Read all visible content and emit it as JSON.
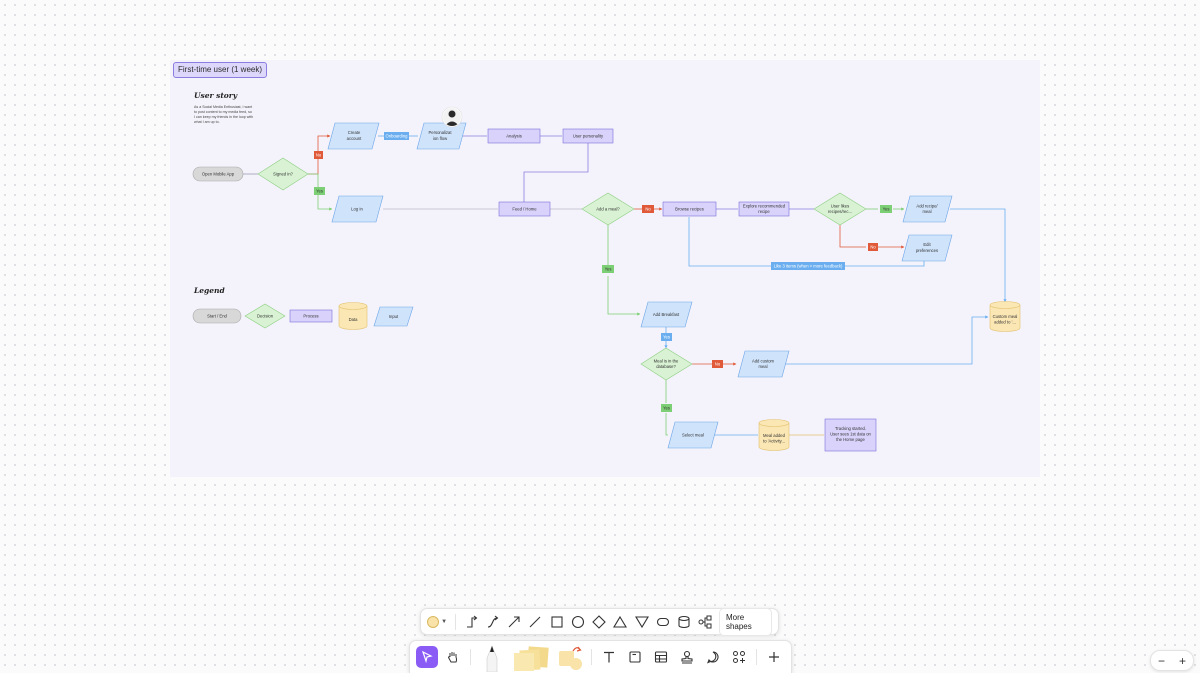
{
  "frame": {
    "title": "First-time user (1 week)"
  },
  "user_story": {
    "heading": "User story",
    "lines": [
      "As a Social Media Enthusiast, I want",
      "to post content to my media feed, so",
      "I can keep my friends in the loop with",
      "what I am up to."
    ]
  },
  "legend": {
    "heading": "Legend",
    "start_end": "Start / End",
    "decision": "Decision",
    "process": "Process",
    "data": "Data",
    "input": "Input"
  },
  "nodes": {
    "open_app": "Open Mobile App",
    "signed_in": "Signed in?",
    "create_account": [
      "Create",
      "account"
    ],
    "onboarding": "Onboarding",
    "personalization": [
      "Personalizat",
      "ion flow"
    ],
    "analysis": "Analysis",
    "user_personality": "User personality",
    "log_in": "Log In",
    "feed_home": "Feed / Home",
    "add_meal": "Add a meal?",
    "browse_recipes": "Browse recipes",
    "explore_recipe": [
      "Explore recommended",
      "recipe"
    ],
    "user_likes": [
      "User likes",
      "recipes/rec..."
    ],
    "add_recipe_meal": [
      "Add recipe/",
      "meal"
    ],
    "edit_preferences": [
      "Edit",
      "preferences"
    ],
    "like_feedback": "Like 3 items (when > more feedback)",
    "add_breakfast": "Add Breakfast",
    "meal_in_db": [
      "Meal is in the",
      "database?"
    ],
    "add_custom_meal": [
      "Add custom",
      "meal"
    ],
    "custom_meal_added": [
      "Custom meal",
      "added to '..."
    ],
    "select_meal": "Select meal",
    "meal_added": [
      "Meal added",
      "to 'Activity..."
    ],
    "tracking_started": [
      "Tracking started.",
      "User sees 1st data on",
      "the Home page"
    ]
  },
  "edge_labels": {
    "no_signed": "No",
    "yes_signed": "Yes",
    "no_meal": "No",
    "yes_meal": "Yes",
    "yes_breakfast": "Yes",
    "yes_likes": "Yes",
    "no_likes": "No",
    "no_db": "No",
    "yes_db": "Yes"
  },
  "avatar": {
    "icon": "person-avatar-icon"
  },
  "toolbar": {
    "more_shapes": "More shapes",
    "fill_color": "#f9e3a8",
    "accent": "#8a5cf5",
    "shape_icons": [
      "elbow-connector-icon",
      "curved-connector-icon",
      "arrow-icon",
      "line-icon",
      "square-icon",
      "circle-icon",
      "diamond-icon",
      "triangle-icon",
      "inverted-triangle-icon",
      "rounded-rect-icon",
      "cylinder-icon",
      "flowchart-icon"
    ],
    "tool_icons": [
      "select-icon",
      "hand-icon",
      "pen-icon",
      "sticky-note-icon",
      "shapes-icon",
      "text-icon",
      "frame-icon",
      "table-icon",
      "stamp-icon",
      "comment-icon",
      "more-tools-icon",
      "add-icon"
    ]
  },
  "zoom": {
    "minus": "−",
    "plus": "+"
  },
  "colors": {
    "process": "#d9d3fb",
    "process_border": "#7b6fd9",
    "input": "#cfe3fb",
    "input_border": "#6da6e8",
    "decision": "#d8f2d3",
    "decision_border": "#8fcf84",
    "data": "#fbe7b4",
    "data_border": "#e2c06e",
    "terminal": "#d8d8d8",
    "no_tag": "#e05a3a",
    "yes_tag": "#7ccf74",
    "blue_tag": "#6aaef0"
  }
}
